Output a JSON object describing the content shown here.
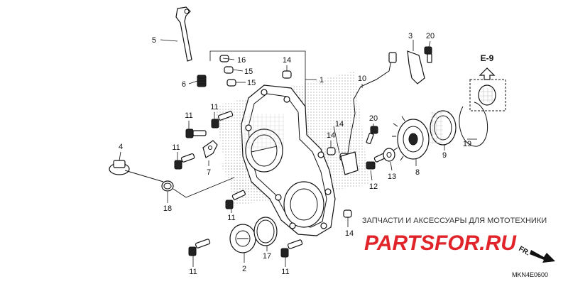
{
  "callouts": {
    "c1": "1",
    "c2": "2",
    "c3": "3",
    "c4": "4",
    "c5": "5",
    "c6": "6",
    "c7": "7",
    "c8": "8",
    "c9": "9",
    "c10": "10",
    "c11": "11",
    "c12": "12",
    "c13": "13",
    "c14": "14",
    "c15": "15",
    "c16": "16",
    "c17": "17",
    "c18": "18",
    "c19": "19",
    "c20": "20"
  },
  "reference": {
    "label": "E-9"
  },
  "watermark": {
    "line": "ЗАПЧАСТИ И АКСЕССУАРЫ ДЛЯ МОТОТЕХНИКИ",
    "logo": "PARTSFOR.RU"
  },
  "direction": {
    "label": "FR."
  },
  "diagram_code": "MKN4E0600",
  "colors": {
    "ink": "#111111",
    "logo_red": "#e0242a",
    "halftone": "#9a9a9a"
  }
}
